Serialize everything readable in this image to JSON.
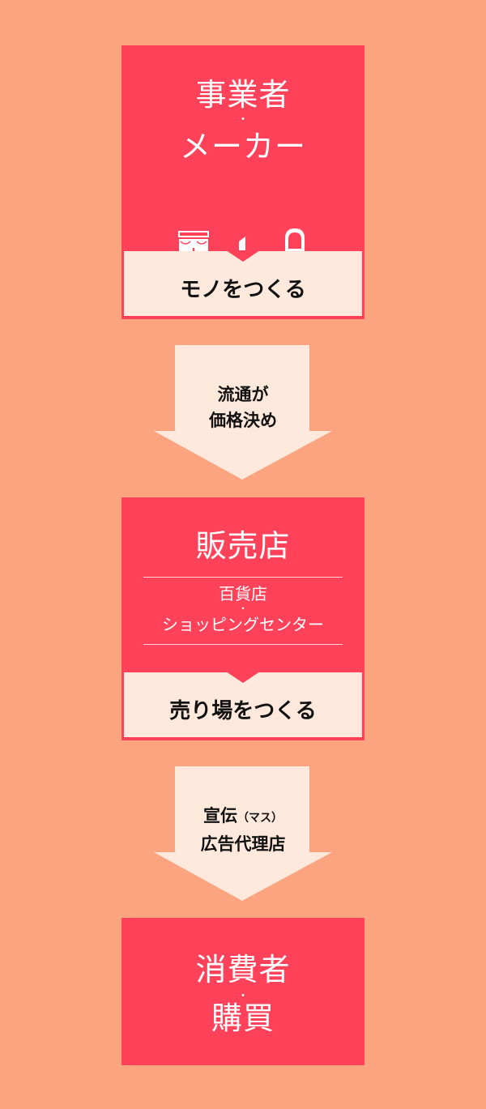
{
  "box1": {
    "line1": "事業者",
    "separator": "・",
    "line2": "メーカー",
    "icons": [
      "pants-icon",
      "lipstick-icon",
      "chair-icon"
    ],
    "tag": "モノをつくる"
  },
  "arrow1": {
    "line1": "流通が",
    "line2": "価格決め"
  },
  "box2": {
    "title": "販売店",
    "sub1": "百貨店",
    "separator": "・",
    "sub2": "ショッピングセンター",
    "tag": "売り場をつくる"
  },
  "arrow2": {
    "line1_main": "宣伝",
    "line1_paren": "（マス）",
    "line2": "広告代理店"
  },
  "box3": {
    "line1": "消費者",
    "separator": "・",
    "line2": "購買"
  },
  "colors": {
    "background": "#FCA47F",
    "box": "#FF4259",
    "tag": "#FFE9DC",
    "arrow": "#FFE9DC"
  }
}
